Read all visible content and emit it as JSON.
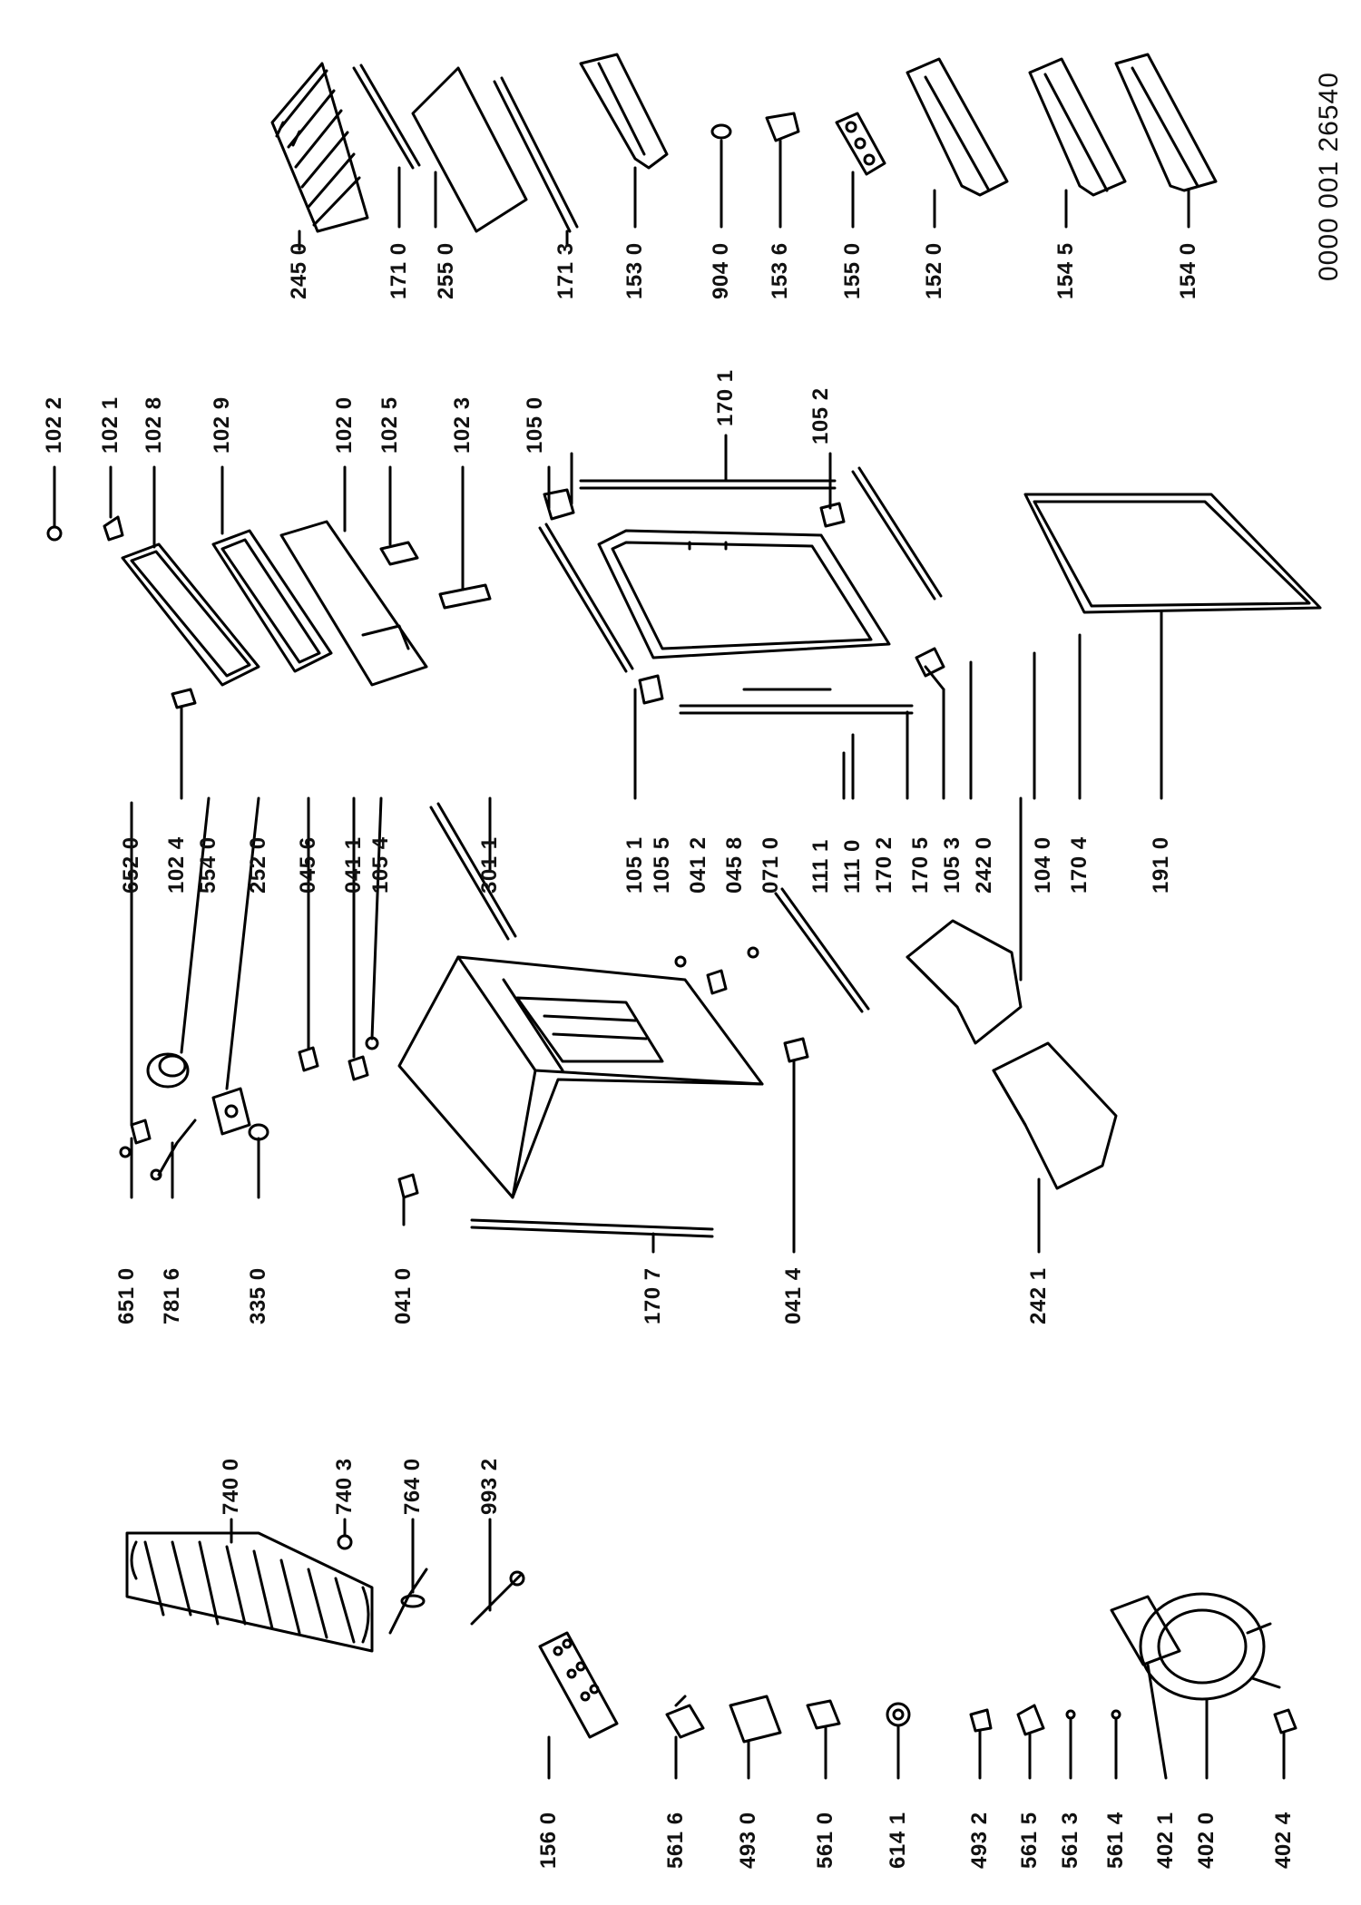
{
  "document_number": "0000 001 26540",
  "part_labels": {
    "p1022": "102 2",
    "p1021": "102 1",
    "p1028": "102 8",
    "p1029": "102 9",
    "p1020": "102 0",
    "p1025": "102 5",
    "p1023": "102 3",
    "p1050": "105 0",
    "p1701": "170 1",
    "p1052": "105 2",
    "p2450": "245 0",
    "p1710": "171 0",
    "p2550": "255 0",
    "p1713": "171 3",
    "p1530": "153 0",
    "p9040": "904 0",
    "p1536": "153 6",
    "p1550": "155 0",
    "p1520": "152 0",
    "p1545": "154 5",
    "p1540": "154 0",
    "p6520": "652 0",
    "p1024": "102 4",
    "p5540": "554 0",
    "p2520": "252 0",
    "p0456": "045 6",
    "p0411": "041 1",
    "p1054": "105 4",
    "p3011": "301 1",
    "p1051": "105 1",
    "p1055": "105 5",
    "p0412": "041 2",
    "p0458": "045 8",
    "p0710": "071 0",
    "p1111": "111 1",
    "p1110": "111 0",
    "p1702": "170 2",
    "p1705": "170 5",
    "p1053": "105 3",
    "p2420": "242 0",
    "p1040": "104 0",
    "p1704": "170 4",
    "p1910": "191 0",
    "p6510": "651 0",
    "p7816": "781 6",
    "p3350": "335 0",
    "p0410": "041 0",
    "p1707": "170 7",
    "p0414": "041 4",
    "p2421": "242 1",
    "p7400": "740 0",
    "p7403": "740 3",
    "p7640": "764 0",
    "p9932": "993 2",
    "p1560": "156 0",
    "p5616": "561 6",
    "p4930": "493 0",
    "p5610": "561 0",
    "p6141": "614 1",
    "p4932": "493 2",
    "p5615": "561 5",
    "p5613": "561 3",
    "p5614": "561 4",
    "p4021": "402 1",
    "p4020": "402 0",
    "p4024": "402 4"
  }
}
